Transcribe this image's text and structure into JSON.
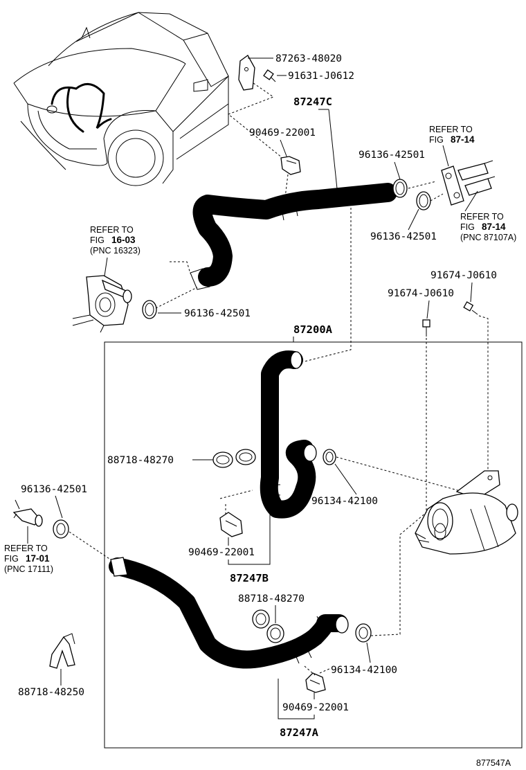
{
  "diagram": {
    "part_numbers": {
      "p87263_48020": "87263-48020",
      "p91631_J0612": "91631-J0612",
      "p87247C": "87247C",
      "p90469_22001_top": "90469-22001",
      "p96136_42501_tr1": "96136-42501",
      "p96136_42501_tr2": "96136-42501",
      "p96136_42501_left": "96136-42501",
      "p91674_J0610_a": "91674-J0610",
      "p91674_J0610_b": "91674-J0610",
      "p87200A": "87200A",
      "p88718_48270_a": "88718-48270",
      "p96134_42100_a": "96134-42100",
      "p96136_42501_lower": "96136-42501",
      "p90469_22001_mid": "90469-22001",
      "p87247B": "87247B",
      "p88718_48270_b": "88718-48270",
      "p96134_42100_b": "96134-42100",
      "p88718_48250": "88718-48250",
      "p90469_22001_bot": "90469-22001",
      "p87247A": "87247A",
      "figure_id": "877547A"
    },
    "refer_notes": {
      "fig87_14_top": {
        "line1": "REFER TO",
        "prefix": "FIG ",
        "fig": "87-14"
      },
      "fig87_14_bot": {
        "line1": "REFER TO",
        "prefix": "FIG ",
        "fig": "87-14",
        "pnc": "(PNC 87107A)"
      },
      "fig16_03": {
        "line1": "REFER TO",
        "prefix": "FIG ",
        "fig": "16-03",
        "pnc": "(PNC 16323)"
      },
      "fig17_01": {
        "line1": "REFER TO",
        "prefix": "FIG ",
        "fig": "17-01",
        "pnc": "(PNC 17111)"
      }
    }
  }
}
